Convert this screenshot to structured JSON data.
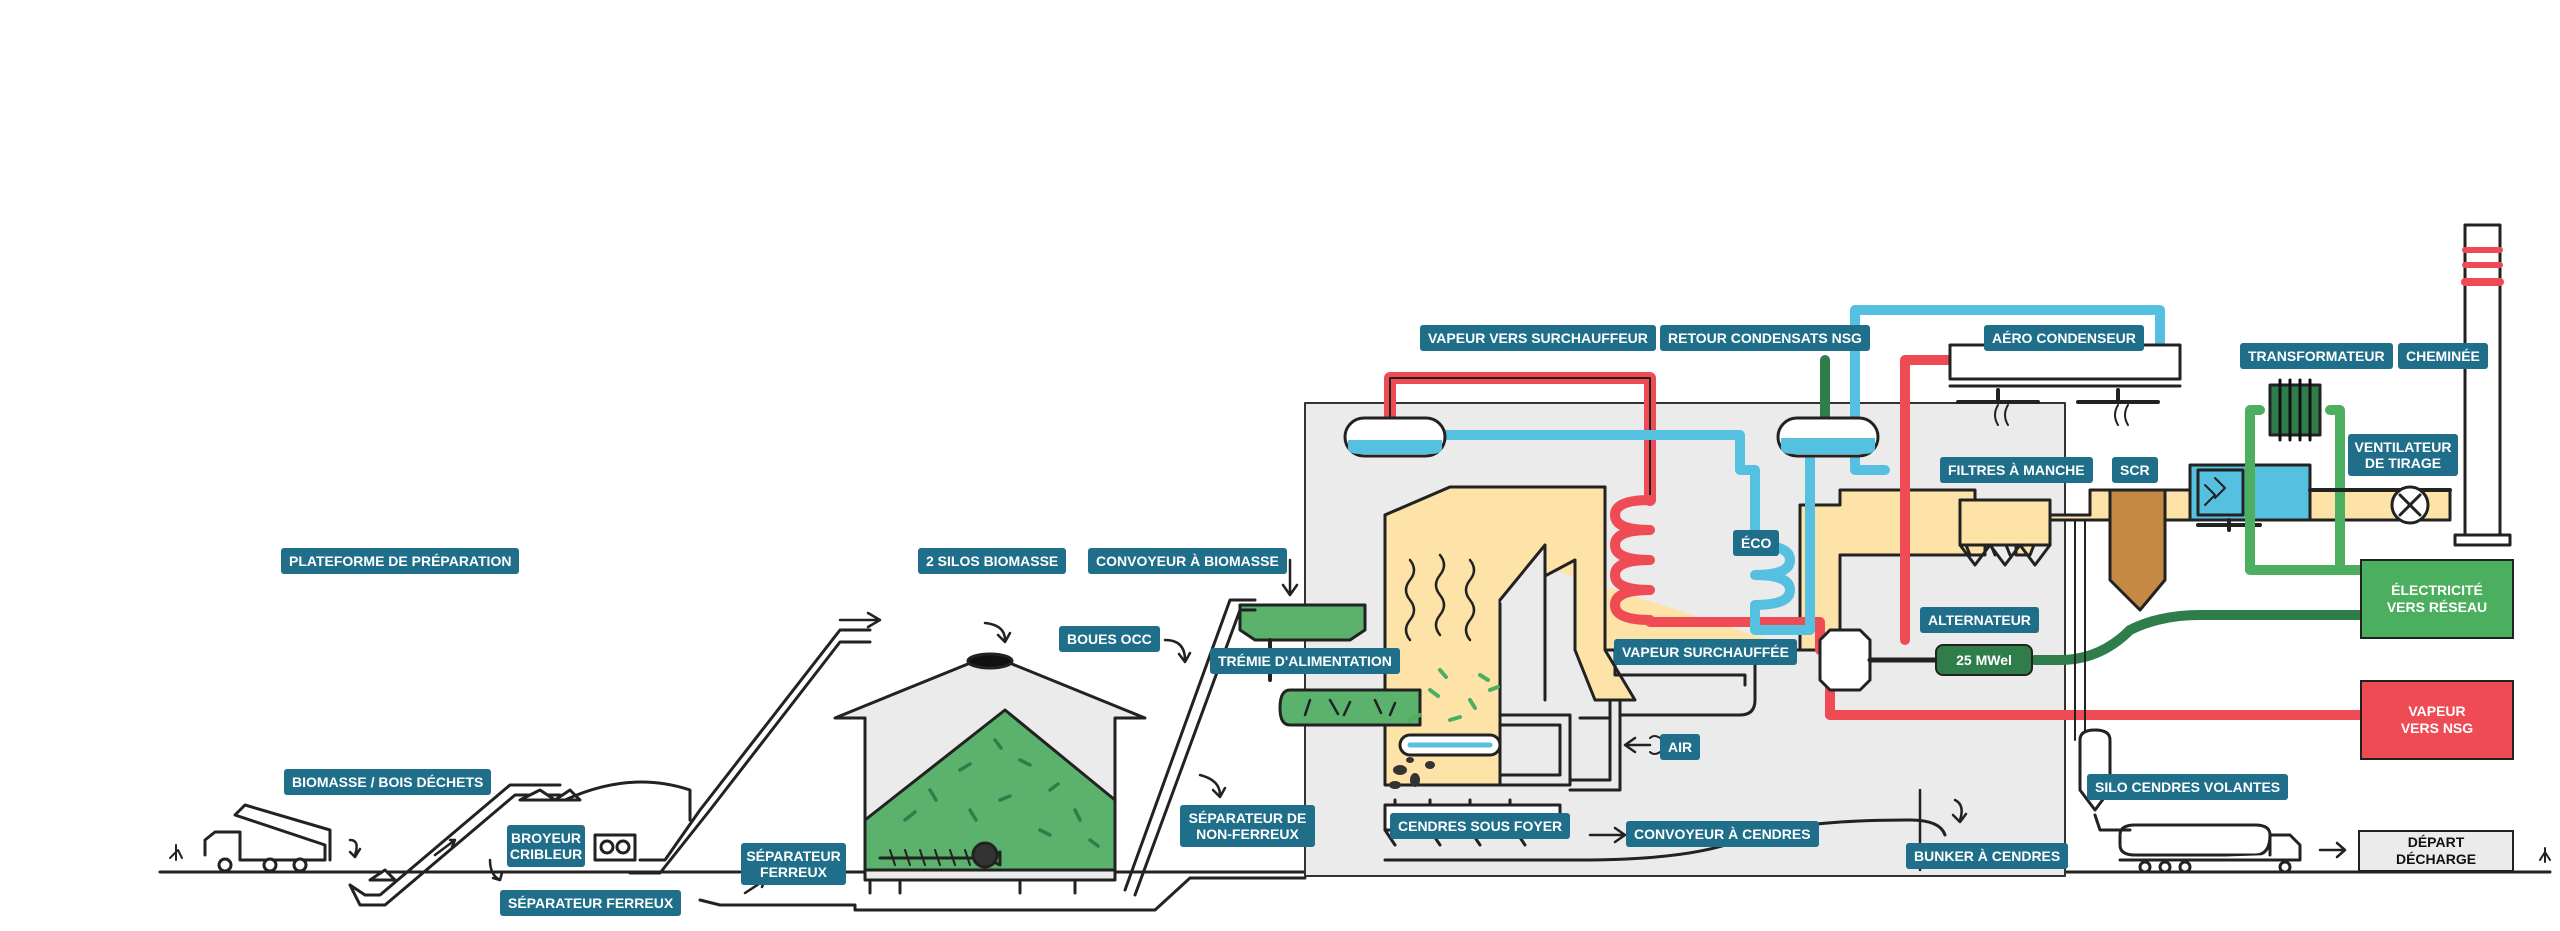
{
  "labels": {
    "plateforme": "PLATEFORME DE PRÉPARATION",
    "biomasse_bois": "BIOMASSE / BOIS DÉCHETS",
    "broyeur": "BROYEUR CRIBLEUR",
    "separateur_ferreux_bas": "SÉPARATEUR FERREUX",
    "separateur_ferreux": "SÉPARATEUR FERREUX",
    "silos": "2 SILOS BIOMASSE",
    "convoyeur_biomasse": "CONVOYEUR À BIOMASSE",
    "boues": "BOUES OCC",
    "tremie": "TRÉMIE D'ALIMENTATION",
    "separateur_nonferreux": "SÉPARATEUR DE NON-FERREUX",
    "cendres_foyer": "CENDRES SOUS FOYER",
    "convoyeur_cendres": "CONVOYEUR À CENDRES",
    "bunker": "BUNKER À CENDRES",
    "vapeur_surchauffeur": "VAPEUR VERS SURCHAUFFEUR",
    "retour_condensats": "RETOUR CONDENSATS NSG",
    "aero": "AÉRO CONDENSEUR",
    "eco": "ÉCO",
    "vapeur_surchauffee": "VAPEUR SURCHAUFFÉE",
    "air": "AIR",
    "alternateur": "ALTERNATEUR",
    "filtres": "FILTRES À MANCHE",
    "scr": "SCR",
    "transformateur": "TRANSFORMATEUR",
    "cheminee": "CHEMINÉE",
    "ventilateur": "VENTILATEUR DE TIRAGE",
    "silo_cendres": "SILO CENDRES VOLANTES"
  },
  "boxes": {
    "mwel": "25 MWel",
    "electricite": "ÉLECTRICITÉ VERS RÉSEAU",
    "vapeur_nsg": "VAPEUR VERS NSG",
    "depart": "DÉPART DÉCHARGE"
  },
  "colors": {
    "label_bg": "#1f6f8b",
    "steam_red": "#ef4b55",
    "water_blue": "#56c0e0",
    "green": "#4caf5f",
    "dark_green": "#2f7d4a",
    "flue_yellow": "#fde3a7",
    "building_grey": "#ebebeb",
    "scr_brown": "#c48a44"
  }
}
